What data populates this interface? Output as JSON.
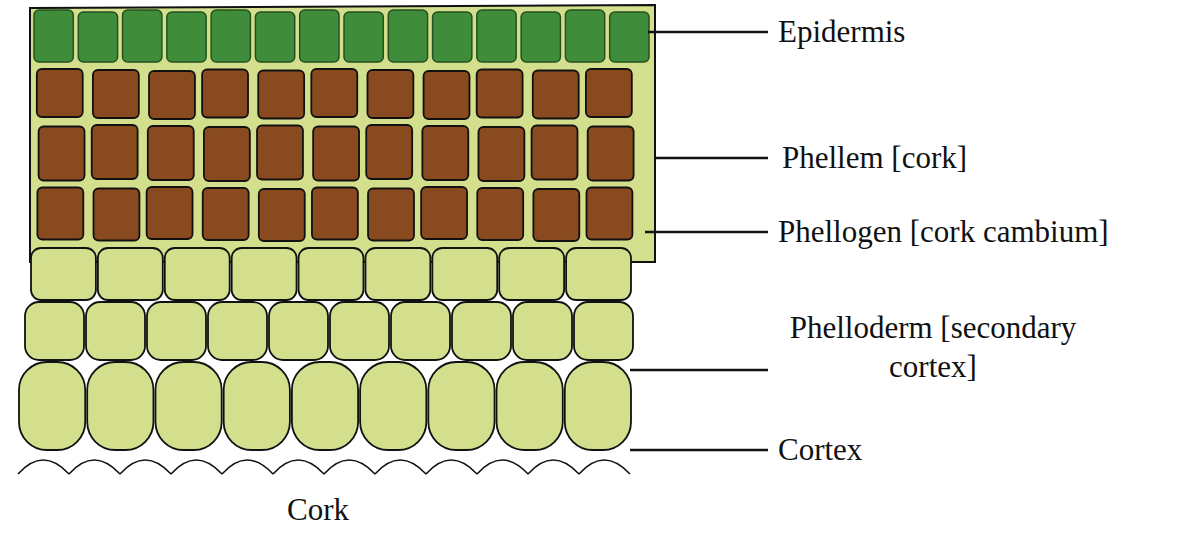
{
  "diagram": {
    "caption": "Cork",
    "labels": [
      "Epidermis",
      "Phellem [cork]",
      "Phellogen [cork cambium]",
      "Phelloderm [secondary cortex]",
      "Cortex"
    ]
  }
}
